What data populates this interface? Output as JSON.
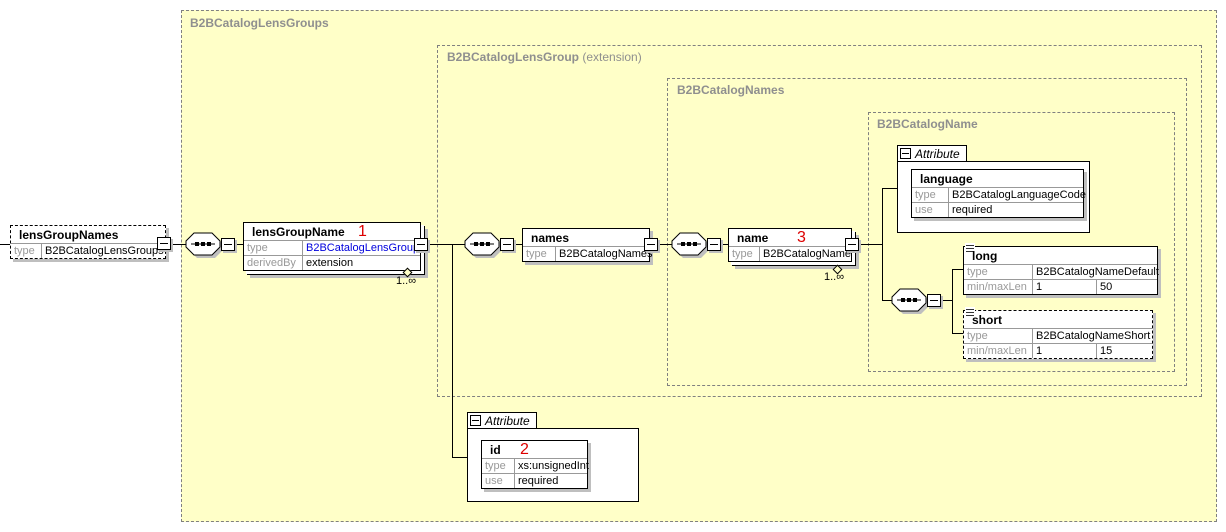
{
  "colors": {
    "container_fill": "#ffffc8",
    "container_border": "#808080",
    "link_blue": "#0000dd",
    "annotation_red": "#dd0000",
    "shadow_gray": "#bfbfbf"
  },
  "containers": {
    "lens_groups": {
      "label": "B2BCatalogLensGroups"
    },
    "lens_group": {
      "label": "B2BCatalogLensGroup",
      "suffix": "(extension)"
    },
    "names": {
      "label": "B2BCatalogNames"
    },
    "name": {
      "label": "B2BCatalogName"
    }
  },
  "attribute_sections": {
    "language_frame": {
      "label": "Attribute"
    },
    "id_frame": {
      "label": "Attribute"
    }
  },
  "elements": {
    "lensGroupNames": {
      "name": "lensGroupNames",
      "type_label": "type",
      "type": "B2BCatalogLensGroups"
    },
    "lensGroupName": {
      "name": "lensGroupName",
      "marker": "1",
      "type_label": "type",
      "type": "B2BCatalogLensGroup",
      "derived_label": "derivedBy",
      "derived": "extension",
      "occurs": "1..∞"
    },
    "names": {
      "name": "names",
      "type_label": "type",
      "type": "B2BCatalogNames"
    },
    "name": {
      "name": "name",
      "marker": "3",
      "type_label": "type",
      "type": "B2BCatalogName",
      "occurs": "1..∞"
    },
    "language": {
      "name": "language",
      "type_label": "type",
      "type": "B2BCatalogLanguageCode",
      "use_label": "use",
      "use": "required"
    },
    "long": {
      "name": "long",
      "type_label": "type",
      "type": "B2BCatalogNameDefault",
      "len_label": "min/maxLen",
      "min": "1",
      "max": "50"
    },
    "short": {
      "name": "short",
      "type_label": "type",
      "type": "B2BCatalogNameShort",
      "len_label": "min/maxLen",
      "min": "1",
      "max": "15"
    },
    "id": {
      "name": "id",
      "marker": "2",
      "type_label": "type",
      "type": "xs:unsignedInt",
      "use_label": "use",
      "use": "required"
    }
  }
}
